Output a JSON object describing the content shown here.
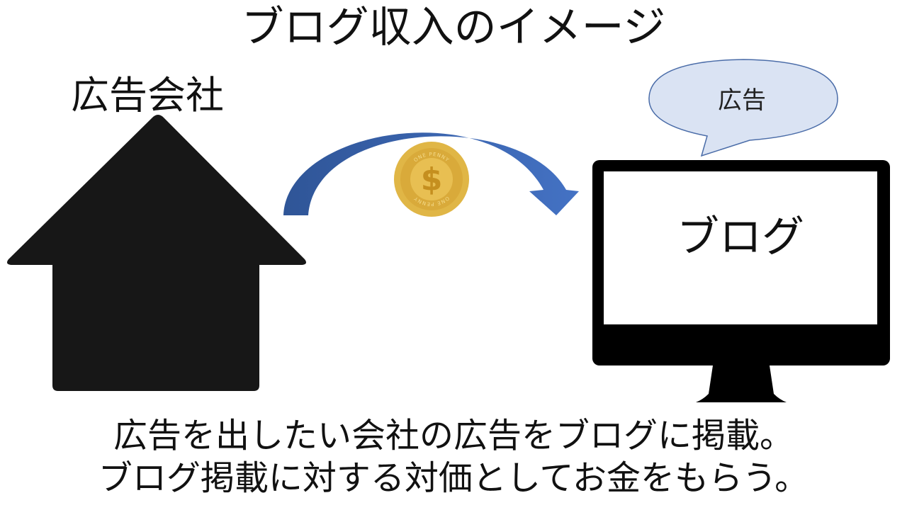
{
  "title": "ブログ収入のイメージ",
  "advertiser_label": "広告会社",
  "ad_bubble_text": "広告",
  "blog_label": "ブログ",
  "caption": [
    "広告を出したい会社の広告をブログに掲載。",
    "ブログ掲載に対する対価としてお金をもらう。"
  ],
  "coin_text": "ONE PENNY",
  "colors": {
    "arrow": "#3b64b4",
    "bubble_fill": "#dae3f3",
    "bubble_stroke": "#4a6ca8",
    "coin": "#e0b646",
    "house": "#171717",
    "monitor": "#000000"
  },
  "icons": [
    "house-icon",
    "curved-arrow-icon",
    "coin-icon",
    "speech-bubble-icon",
    "monitor-icon"
  ]
}
